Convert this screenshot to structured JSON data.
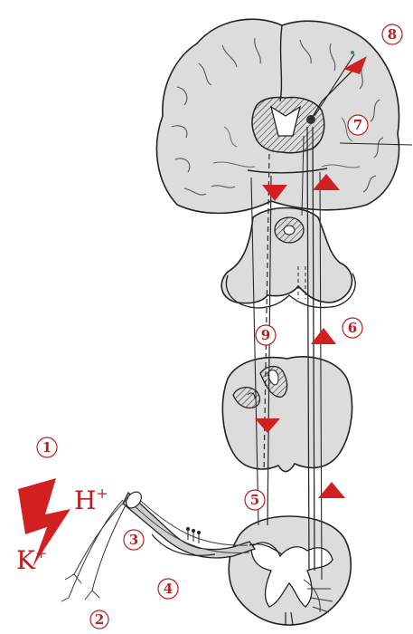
{
  "diagram": {
    "numbers": {
      "n1": "1",
      "n2": "2",
      "n3": "3",
      "n4": "4",
      "n5": "5",
      "n6": "6",
      "n7": "7",
      "n8": "8",
      "n9": "9"
    },
    "ions": {
      "h_symbol": "H",
      "h_charge": "+",
      "k_symbol": "K",
      "k_charge": "+"
    },
    "colors": {
      "accent": "#d21f1f",
      "tissue": "#dcdcdc",
      "line": "#2a2a2a"
    }
  }
}
